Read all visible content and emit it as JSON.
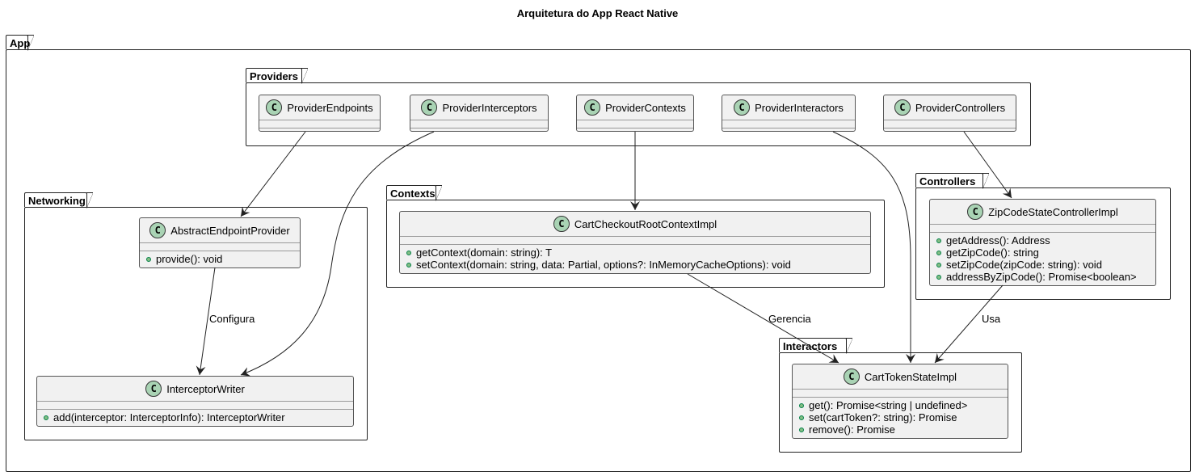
{
  "title": "Arquitetura do App React Native",
  "packages": {
    "app": "App",
    "providers": "Providers",
    "networking": "Networking",
    "contexts": "Contexts",
    "controllers": "Controllers",
    "interactors": "Interactors"
  },
  "classes": {
    "provider_endpoints": {
      "name": "ProviderEndpoints",
      "icon": "C"
    },
    "provider_interceptors": {
      "name": "ProviderInterceptors",
      "icon": "C"
    },
    "provider_contexts": {
      "name": "ProviderContexts",
      "icon": "C"
    },
    "provider_interactors": {
      "name": "ProviderInteractors",
      "icon": "C"
    },
    "provider_controllers": {
      "name": "ProviderControllers",
      "icon": "C"
    },
    "abstract_endpoint_provider": {
      "name": "AbstractEndpointProvider",
      "icon": "C",
      "methods": [
        "provide(): void"
      ]
    },
    "interceptor_writer": {
      "name": "InterceptorWriter",
      "icon": "C",
      "methods": [
        "add(interceptor: InterceptorInfo): InterceptorWriter"
      ]
    },
    "cart_checkout_root_context_impl": {
      "name": "CartCheckoutRootContextImpl",
      "icon": "C",
      "methods": [
        "getContext(domain: string): T",
        "setContext(domain: string, data: Partial, options?: InMemoryCacheOptions): void"
      ]
    },
    "zip_code_state_controller_impl": {
      "name": "ZipCodeStateControllerImpl",
      "icon": "C",
      "methods": [
        "getAddress(): Address",
        "getZipCode(): string",
        "setZipCode(zipCode: string): void",
        "addressByZipCode(): Promise<boolean>"
      ]
    },
    "cart_token_state_impl": {
      "name": "CartTokenStateImpl",
      "icon": "C",
      "methods": [
        "get(): Promise<string | undefined>",
        "set(cartToken?: string): Promise",
        "remove(): Promise"
      ]
    }
  },
  "edge_labels": {
    "configura": "Configura",
    "gerencia": "Gerencia",
    "usa": "Usa"
  },
  "colors": {
    "class_fill": "#f1f1f1",
    "class_icon": "#a9d3b4",
    "method_dot": "#84be84",
    "line": "#222222"
  }
}
